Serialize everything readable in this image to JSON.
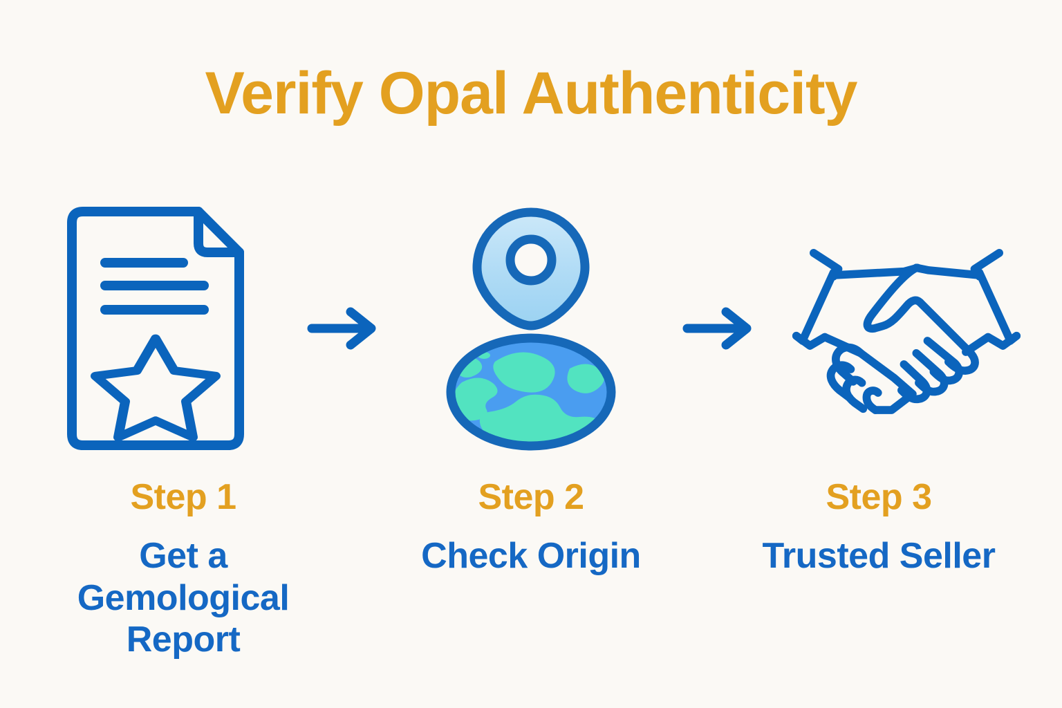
{
  "page": {
    "background_color": "#FBF9F5",
    "title": "Verify Opal Authenticity",
    "title_color": "#E3A020"
  },
  "palette": {
    "amber": "#E3A020",
    "blue_text": "#1568C4",
    "icon_stroke": "#0B64BC",
    "pin_stroke": "#1668B8",
    "pin_fill_top": "#BFE2F7",
    "pin_fill_bottom": "#9FD3F2",
    "globe_ocean": "#4A9DF0",
    "globe_land": "#52E3C0",
    "globe_stroke": "#1668B8",
    "arrow_color": "#0B64BC"
  },
  "steps": [
    {
      "icon": "certificate-document-icon",
      "number_label": "Step 1",
      "description_lines": [
        "Get a",
        "Gemological",
        "Report"
      ]
    },
    {
      "icon": "location-pin-globe-icon",
      "number_label": "Step 2",
      "description_lines": [
        "Check Origin"
      ]
    },
    {
      "icon": "handshake-icon",
      "number_label": "Step 3",
      "description_lines": [
        "Trusted Seller"
      ]
    }
  ],
  "connectors": [
    {
      "icon": "arrow-right-icon"
    },
    {
      "icon": "arrow-right-icon"
    }
  ]
}
